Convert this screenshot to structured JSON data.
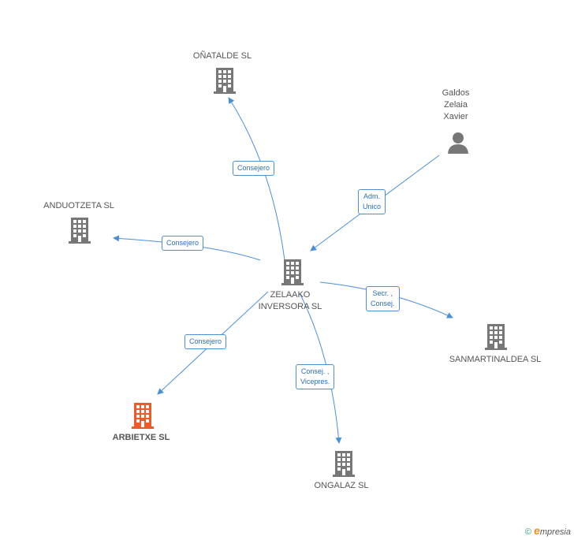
{
  "nodes": {
    "center": {
      "label_line1": "ZELAAKO",
      "label_line2": "INVERSORA SL",
      "icon": "building-icon",
      "color": "#777777"
    },
    "onatalde": {
      "label": "OÑATALDE SL",
      "icon": "building-icon",
      "color": "#777777"
    },
    "anduotzeta": {
      "label": "ANDUOTZETA SL",
      "icon": "building-icon",
      "color": "#777777"
    },
    "galdos": {
      "label_line1": "Galdos",
      "label_line2": "Zelaia",
      "label_line3": "Xavier",
      "icon": "person-icon",
      "color": "#777777"
    },
    "sanmartinaldea": {
      "label": "SANMARTINALDEA SL",
      "icon": "building-icon",
      "color": "#777777"
    },
    "arbietxe": {
      "label": "ARBIETXE SL",
      "icon": "building-icon",
      "color": "#f05a28"
    },
    "ongalaz": {
      "label": "ONGALAZ SL",
      "icon": "building-icon",
      "color": "#777777"
    }
  },
  "edges": {
    "onatalde": {
      "label": "Consejero"
    },
    "anduotzeta": {
      "label": "Consejero"
    },
    "galdos": {
      "label_line1": "Adm.",
      "label_line2": "Unico"
    },
    "sanmartinaldea": {
      "label_line1": "Secr. ,",
      "label_line2": "Consej."
    },
    "arbietxe": {
      "label": "Consejero"
    },
    "ongalaz": {
      "label_line1": "Consej. ,",
      "label_line2": "Vicepres."
    }
  },
  "edge_color": "#4a90d9",
  "footer": {
    "copyright": "©",
    "brand_first": "e",
    "brand_rest": "mpresia"
  }
}
